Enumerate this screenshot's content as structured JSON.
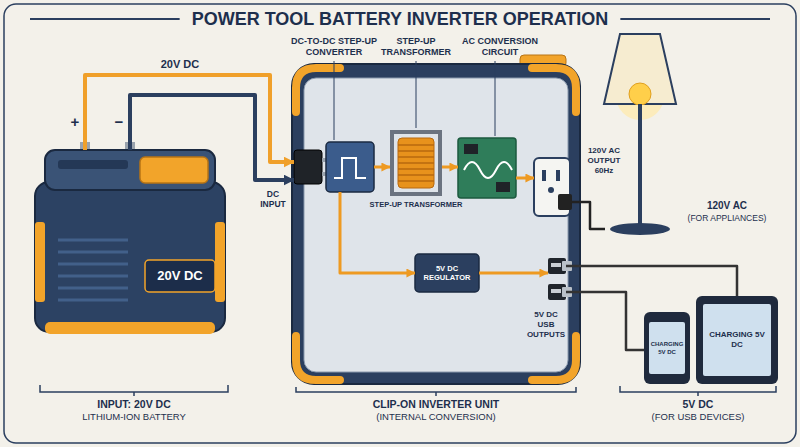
{
  "diagram": {
    "title": "POWER TOOL BATTERY INVERTER OPERATION",
    "nodes": [
      {
        "text": [
          "20V DC"
        ]
      },
      {
        "text": [
          "CLIP-ON INVERTER UNIT",
          "(INTERNAL CONVERSION)"
        ]
      },
      {
        "text": [
          "DC-TO-DC STEP-UP CONVERTER"
        ],
        "in": 1
      },
      {
        "text": [
          "STEP-UP TRANSFORMER",
          "STEP-UP TRANSFORMER"
        ],
        "in": 1
      },
      {
        "text": [
          "AC CONVERSION CIRCUIT"
        ],
        "in": 1
      },
      {
        "text": [
          "5V DC REGULATOR"
        ],
        "in": 1
      },
      {
        "text": [
          "120V AC OUTPUT 60Hz"
        ],
        "in": 1
      },
      {
        "text": [
          "5V DC USB OUTPUTS"
        ],
        "in": 1
      },
      {
        "text": [
          "120V AC",
          "(FOR APPLIANCES)"
        ]
      },
      {
        "text": [
          "CHARGING 5V DC"
        ]
      },
      {
        "text": [
          "CHARGING 5V DC"
        ]
      }
    ],
    "edges": [
      {
        "from": 0,
        "to": 2,
        "label": "20V DC",
        "arrow": "to"
      },
      {
        "from": 0,
        "to": 2,
        "arrow": "to"
      },
      {
        "from": 2,
        "to": 3,
        "arrow": "to"
      },
      {
        "from": 3,
        "to": 4,
        "arrow": "to"
      },
      {
        "from": 4,
        "to": 6,
        "arrow": "to"
      },
      {
        "from": 2,
        "to": 5,
        "arrow": "to"
      },
      {
        "from": 5,
        "to": 7,
        "arrow": "to"
      },
      {
        "from": 6,
        "to": 8,
        "arrow": "none"
      },
      {
        "from": 7,
        "to": 9,
        "arrow": "none"
      },
      {
        "from": 7,
        "to": 10,
        "arrow": "none"
      }
    ],
    "labels": [
      "+",
      "−",
      "DC INPUT",
      "INPUT: 20V DC",
      "LITHIUM-ION BATTERY",
      "5V DC",
      "(FOR USB DEVICES)"
    ]
  }
}
